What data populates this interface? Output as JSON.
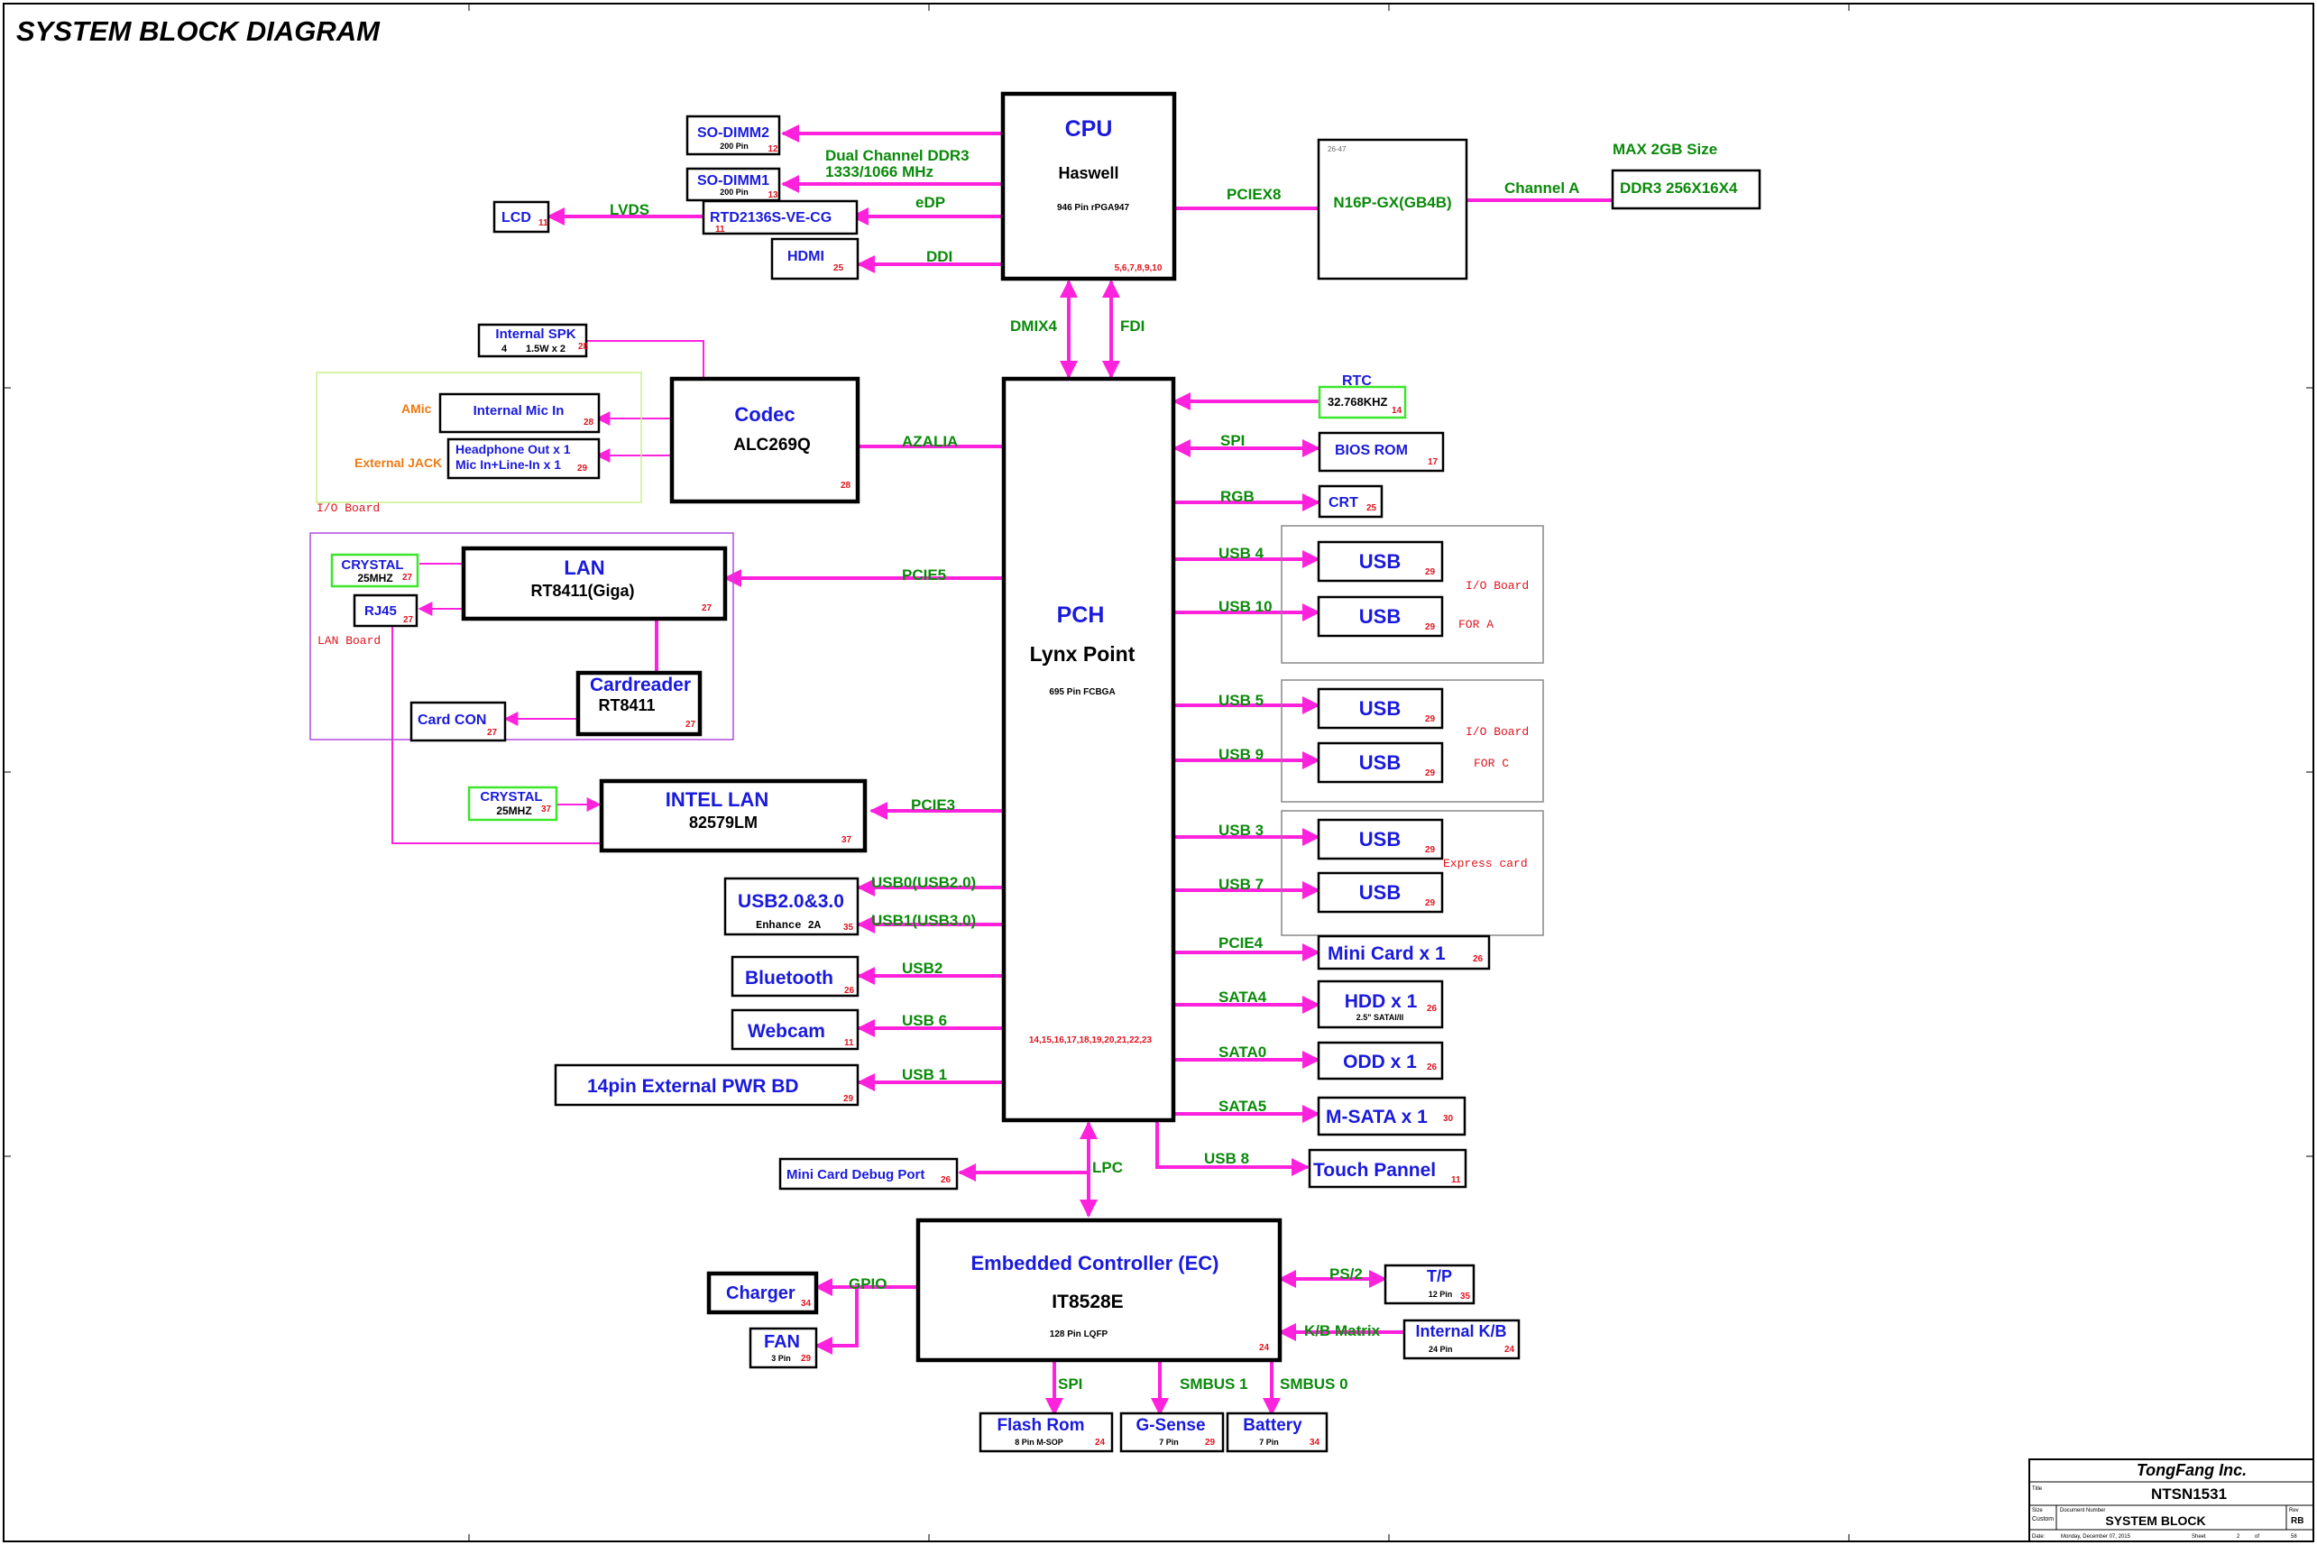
{
  "title": "SYSTEM BLOCK DIAGRAM",
  "cpu": {
    "name": "CPU",
    "model": "Haswell",
    "package": "946 Pin rPGA947",
    "refs": "5,6,7,8,9,10"
  },
  "pch": {
    "name": "PCH",
    "model": "Lynx Point",
    "package": "695 Pin FCBGA",
    "refs": "14,15,16,17,18,19,20,21,22,23"
  },
  "ec": {
    "name": "Embedded Controller (EC)",
    "model": "IT8528E",
    "package": "128 Pin LQFP",
    "ref": "24"
  },
  "gpu": {
    "name": "N16P-GX(GB4B)",
    "chip_note": "26-47",
    "link": "PCIEX8",
    "channel": "Channel A",
    "mem_note": "MAX 2GB Size",
    "mem": "DDR3 256X16X4"
  },
  "cpu_side": {
    "dimm2": {
      "name": "SO-DIMM2",
      "pins": "200 Pin",
      "ref": "12"
    },
    "dimm1": {
      "name": "SO-DIMM1",
      "pins": "200 Pin",
      "ref": "13"
    },
    "ddr_label": "Dual Channel DDR3",
    "ddr_speed": "1333/1066 MHz",
    "edp": "eDP",
    "rtd": {
      "name": "RTD2136S-VE-CG",
      "ref": "11"
    },
    "lvds": "LVDS",
    "lcd": {
      "name": "LCD",
      "ref": "11"
    },
    "ddi": "DDI",
    "hdmi": {
      "name": "HDMI",
      "ref": "25"
    }
  },
  "cpu_pch_links": {
    "dmi": "DMIX4",
    "fdi": "FDI"
  },
  "audio": {
    "spk": {
      "name": "Internal SPK",
      "spec_a": "4",
      "spec_b": "1.5W x 2",
      "ref": "28"
    },
    "codec": {
      "name": "Codec",
      "model": "ALC269Q",
      "ref": "28"
    },
    "azalia": "AZALIA",
    "amic": "AMic",
    "mic": {
      "name": "Internal Mic In",
      "ref": "28"
    },
    "ext_jack": "External JACK",
    "jack": {
      "line1": "Headphone Out x 1",
      "line2": "Mic In+Line-In x 1",
      "ref": "29"
    },
    "board": "I/O Board"
  },
  "lan_board": {
    "crystal": {
      "name": "CRYSTAL",
      "freq": "25MHZ",
      "ref": "27"
    },
    "lan": {
      "name": "LAN",
      "model": "RT8411(Giga)",
      "ref": "27"
    },
    "rj45": {
      "name": "RJ45",
      "ref": "27"
    },
    "board": "LAN Board",
    "pcie": "PCIE5",
    "cardreader": {
      "name": "Cardreader",
      "model": "RT8411",
      "ref": "27"
    },
    "cardcon": {
      "name": "Card CON",
      "ref": "27"
    }
  },
  "intel_lan": {
    "crystal": {
      "name": "CRYSTAL",
      "freq": "25MHZ",
      "ref": "37"
    },
    "name": "INTEL LAN",
    "model": "82579LM",
    "ref": "37",
    "pcie": "PCIE3"
  },
  "pch_left": {
    "usb30": {
      "name": "USB2.0&3.0",
      "sub": "Enhance 2A",
      "ref": "35",
      "sig1": "USB0(USB2.0)",
      "sig2": "USB1(USB3.0)"
    },
    "bluetooth": {
      "name": "Bluetooth",
      "ref": "26",
      "sig": "USB2"
    },
    "webcam": {
      "name": "Webcam",
      "ref": "11",
      "sig": "USB 6"
    },
    "pwr": {
      "name": "14pin External PWR BD",
      "ref": "29",
      "sig": "USB 1"
    }
  },
  "pch_right": {
    "rtc": {
      "label": "RTC",
      "name": "32.768KHZ",
      "ref": "14"
    },
    "bios": {
      "sig": "SPI",
      "name": "BIOS ROM",
      "ref": "17"
    },
    "crt": {
      "sig": "RGB",
      "name": "CRT",
      "ref": "25"
    },
    "usb_group_a": {
      "sig1": "USB 4",
      "sig2": "USB 10",
      "name": "USB",
      "ref": "29",
      "note1": "I/O Board",
      "note2": "FOR A"
    },
    "usb_group_c": {
      "sig1": "USB 5",
      "sig2": "USB 9",
      "name": "USB",
      "ref": "29",
      "note1": "I/O Board",
      "note2": "FOR C"
    },
    "usb_group_e": {
      "sig1": "USB 3",
      "sig2": "USB 7",
      "name": "USB",
      "ref": "29",
      "note": "Express card"
    },
    "minicard": {
      "sig": "PCIE4",
      "name": "Mini Card x 1",
      "ref": "26"
    },
    "hdd": {
      "sig": "SATA4",
      "name": "HDD x 1",
      "sub": "2.5\" SATAI/II",
      "ref": "26"
    },
    "odd": {
      "sig": "SATA0",
      "name": "ODD x 1",
      "ref": "26"
    },
    "msata": {
      "sig": "SATA5",
      "name": "M-SATA x 1",
      "ref": "30"
    },
    "touch": {
      "sig": "USB 8",
      "name": "Touch Pannel",
      "ref": "11"
    }
  },
  "lpc": {
    "label": "LPC",
    "debug": {
      "name": "Mini Card Debug Port",
      "ref": "26"
    }
  },
  "ec_side": {
    "gpio": "GPIO",
    "charger": {
      "name": "Charger",
      "ref": "34"
    },
    "fan": {
      "name": "FAN",
      "pins": "3 Pin",
      "ref": "29"
    },
    "tp": {
      "sig": "PS/2",
      "name": "T/P",
      "pins": "12 Pin",
      "ref": "35"
    },
    "kb": {
      "sig": "K/B Matrix",
      "name": "Internal K/B",
      "pins": "24 Pin",
      "ref": "24"
    },
    "flash": {
      "sig": "SPI",
      "name": "Flash Rom",
      "pins": "8 Pin M-SOP",
      "ref": "24"
    },
    "gsense": {
      "sig": "SMBUS 1",
      "name": "G-Sense",
      "pins": "7 Pin",
      "ref": "29"
    },
    "battery": {
      "sig": "SMBUS 0",
      "name": "Battery",
      "pins": "7 Pin",
      "ref": "34"
    }
  },
  "titleblock": {
    "company": "TongFang Inc.",
    "title_label": "Title",
    "project": "NTSN1531",
    "size_label": "Size",
    "size": "Custom",
    "doc_label": "Document Number",
    "doc": "SYSTEM BLOCK",
    "rev_label": "Rev",
    "rev": "RB",
    "date_label": "Date:",
    "date": "Monday, December 07, 2015",
    "sheet_label": "Sheet",
    "sheet": "2",
    "of_label": "of",
    "total": "58"
  }
}
